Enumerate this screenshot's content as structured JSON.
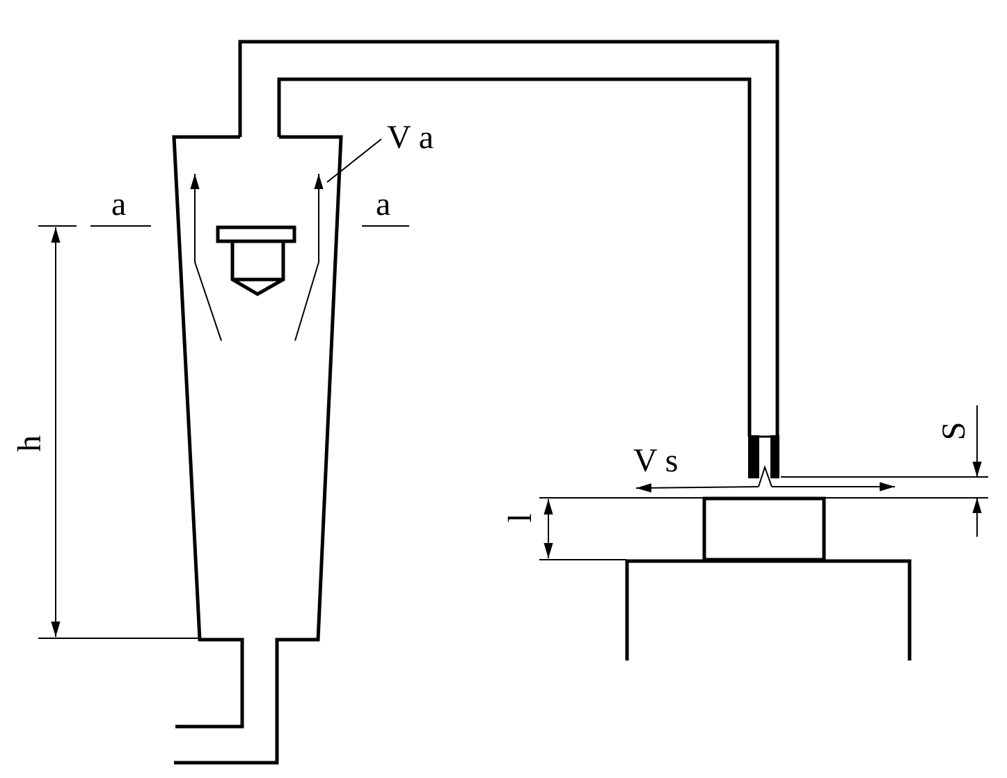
{
  "labels": {
    "va": "V a",
    "a_left": "a",
    "a_right": "a",
    "h": "h",
    "vs": "V s",
    "s": "S",
    "l": "l"
  },
  "colors": {
    "ink": "#000000",
    "background": "#ffffff"
  }
}
